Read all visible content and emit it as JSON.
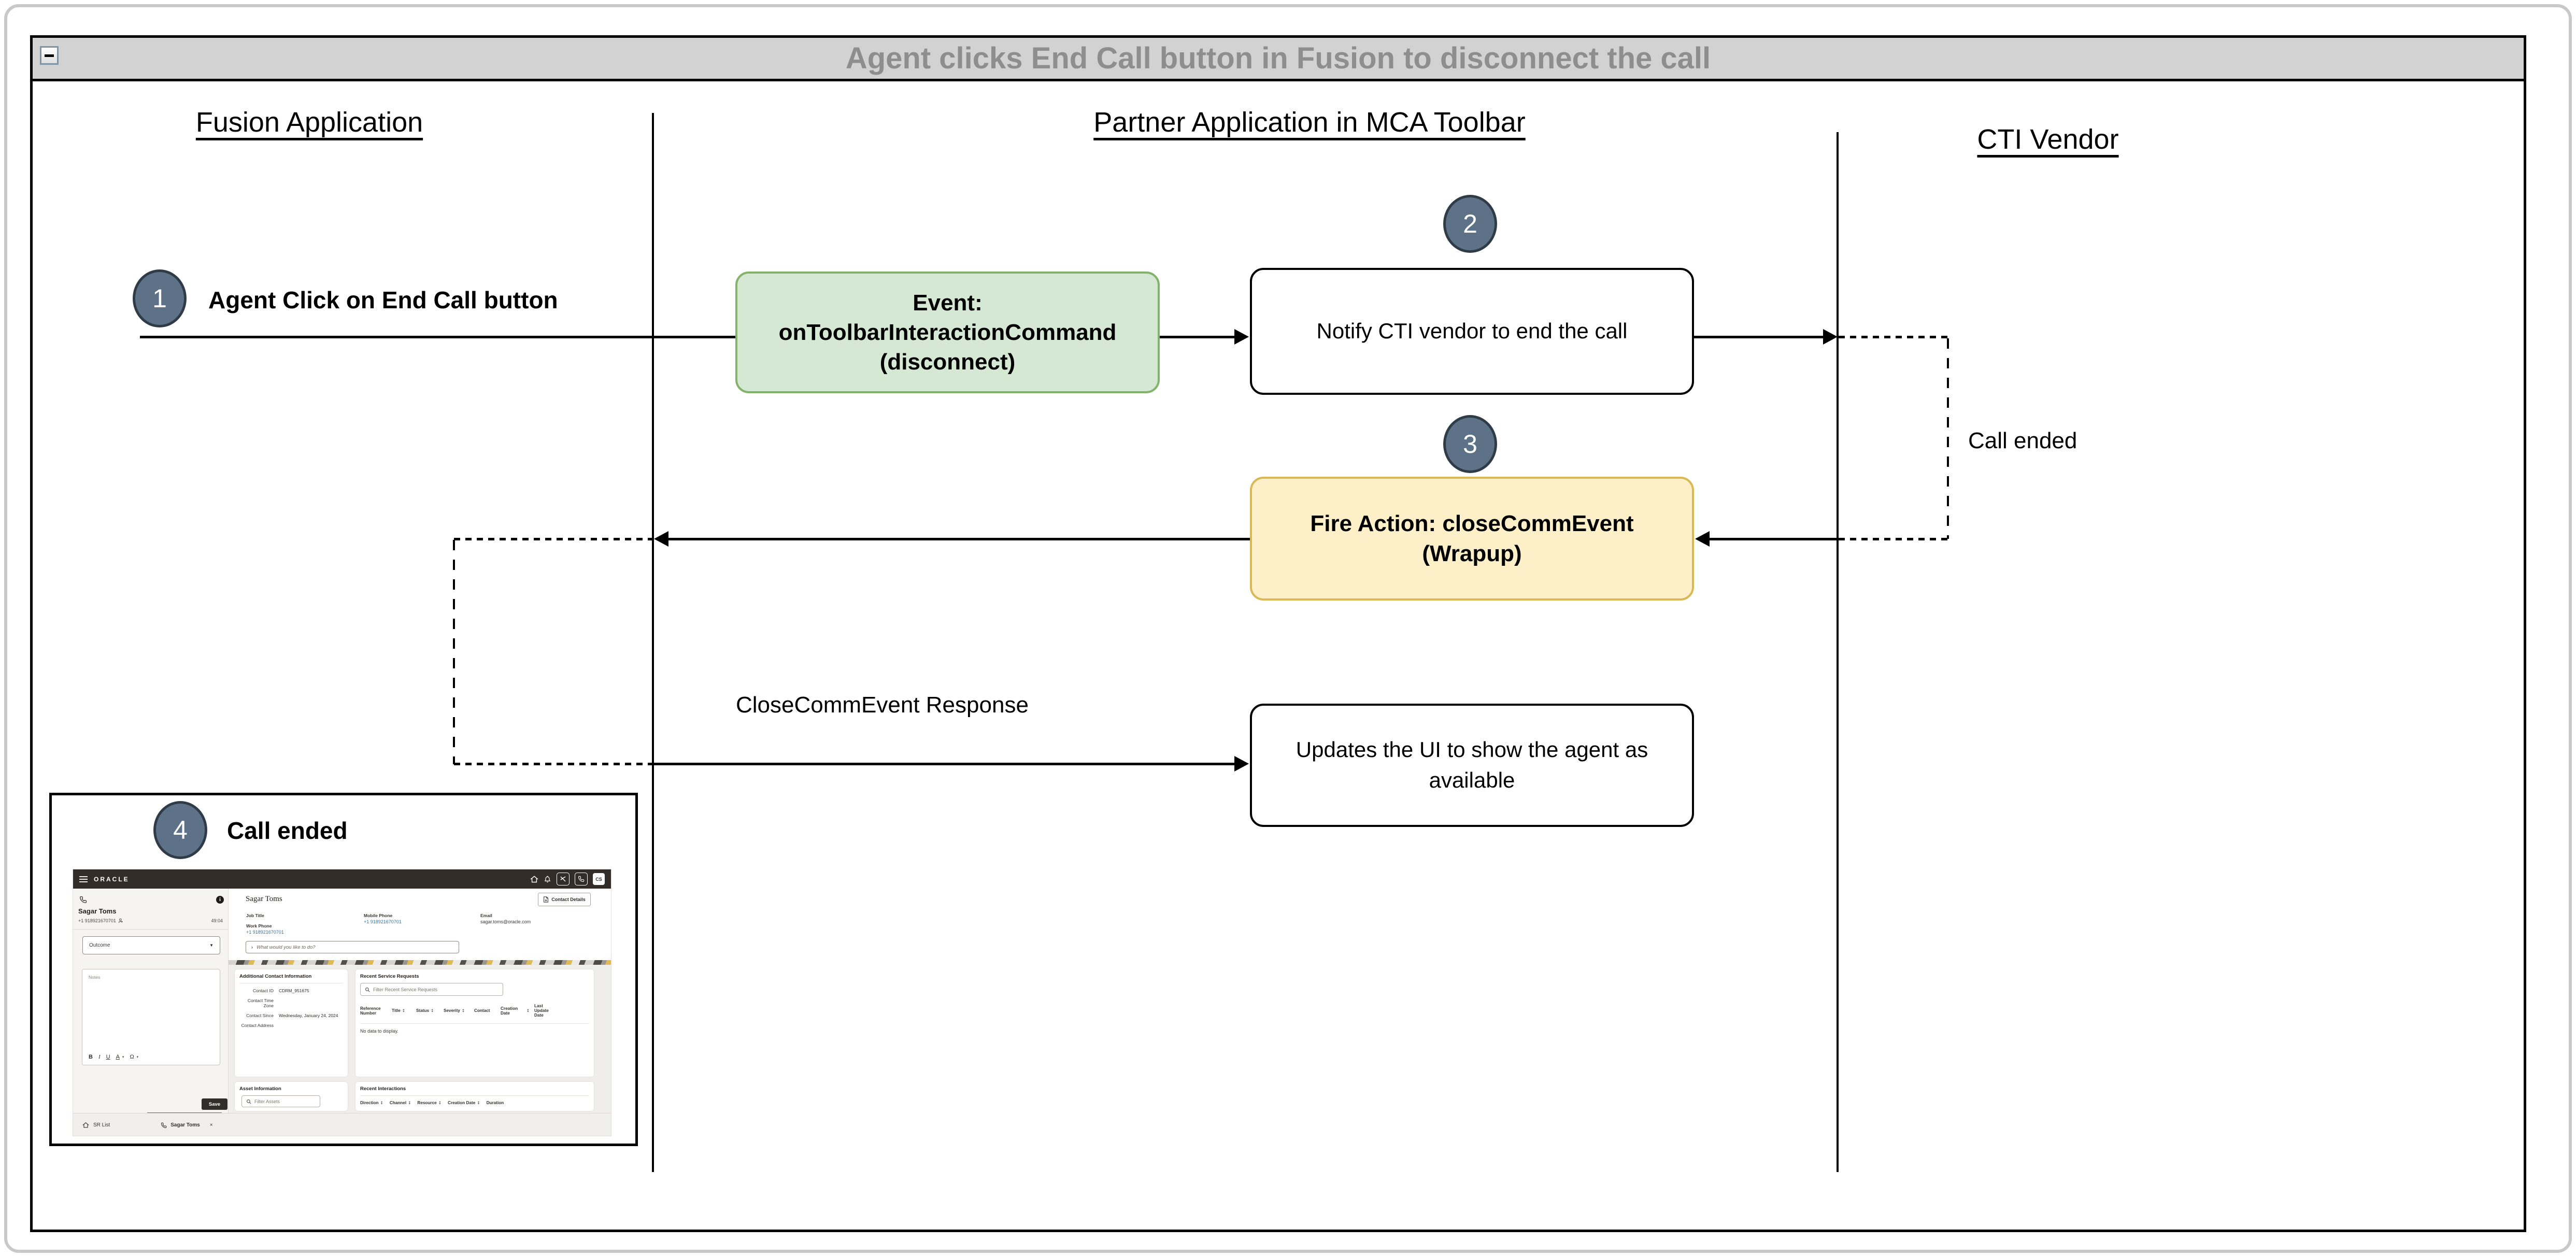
{
  "colors": {
    "green_fill": "#d5e8d4",
    "green_border": "#83b36a",
    "yellow_fill": "#fdf0c9",
    "yellow_border": "#d9b855",
    "circle_fill": "#5d7287",
    "circle_border": "#2f3b46",
    "title_text": "#8e8e8e",
    "titlebar_bg": "#d2d2d2",
    "topbar_bg": "#322d29",
    "link_blue": "#3572a3",
    "panel_bg": "#f5f4f1",
    "area_bg": "#f0eeeb",
    "tabbar_bg": "#f1efec",
    "underline_blue": "#3e7ca6"
  },
  "icons": {
    "close": "×",
    "sort": "↕",
    "caret_down": "▾",
    "select_caret": "▼",
    "chevron": "›",
    "info": "i"
  },
  "diagram": {
    "title": "Agent clicks End Call button in Fusion to disconnect the call",
    "lanes": [
      {
        "label": "Fusion Application"
      },
      {
        "label": "Partner Application in MCA Toolbar"
      },
      {
        "label": "CTI Vendor"
      }
    ],
    "steps": [
      {
        "num": "1",
        "label": "Agent Click on End Call button"
      },
      {
        "num": "2"
      },
      {
        "num": "3"
      },
      {
        "num": "4",
        "label": "Call ended"
      }
    ],
    "event_box": {
      "l1": "Event:",
      "l2": "onToolbarInteractionCommand",
      "l3": "(disconnect)"
    },
    "notify_box": "Notify CTI vendor to end the call",
    "fire_box": {
      "l1": "Fire Action: closeCommEvent",
      "l2": "(Wrapup)"
    },
    "updates_box": "Updates the UI to show the agent as available",
    "call_ended_label": "Call ended",
    "close_resp_label": "CloseCommEvent Response"
  },
  "app": {
    "topbar": {
      "logo": "ORACLE",
      "avatar": "CS"
    },
    "softphone": {
      "name": "Sagar Toms",
      "phone": "+1 918921670701",
      "timer": "49:04",
      "outcome": "Outcome",
      "notes_placeholder": "Notes",
      "bold": "B",
      "italic": "I",
      "underline": "U",
      "fontcolor": "A",
      "symbol": "Ω",
      "save": "Save"
    },
    "contact": {
      "name": "Sagar Toms",
      "details_button": "Contact Details",
      "job_title_label": "Job Title",
      "work_phone_label": "Work Phone",
      "work_phone": "+1 918921670701",
      "mobile_label": "Mobile Phone",
      "mobile": "+1 918921670701",
      "email_label": "Email",
      "email": "sagar.toms@oracle.com",
      "assist_placeholder": "What would you like to do?"
    },
    "additional": {
      "title": "Additional Contact Information",
      "rows": [
        {
          "label": "Contact ID",
          "value": "CDRM_951675"
        },
        {
          "label": "Contact Time Zone",
          "value": ""
        },
        {
          "label": "Contact Since",
          "value": "Wednesday, January 24, 2024"
        },
        {
          "label": "Contact Address",
          "value": ""
        }
      ]
    },
    "requests": {
      "title": "Recent Service Requests",
      "filter": "Filter Recent Service Requests",
      "cols": [
        "Reference Number",
        "Title",
        "Status",
        "Severity",
        "Contact",
        "Creation Date",
        "Last Update Date"
      ],
      "empty": "No data to display."
    },
    "assets": {
      "title": "Asset Information",
      "filter": "Filter Assets"
    },
    "interactions": {
      "title": "Recent Interactions",
      "cols": [
        "Direction",
        "Channel",
        "Resource",
        "Creation Date",
        "Duration"
      ]
    },
    "tabs": {
      "sr_list": "SR List",
      "contact": "Sagar Toms"
    }
  }
}
